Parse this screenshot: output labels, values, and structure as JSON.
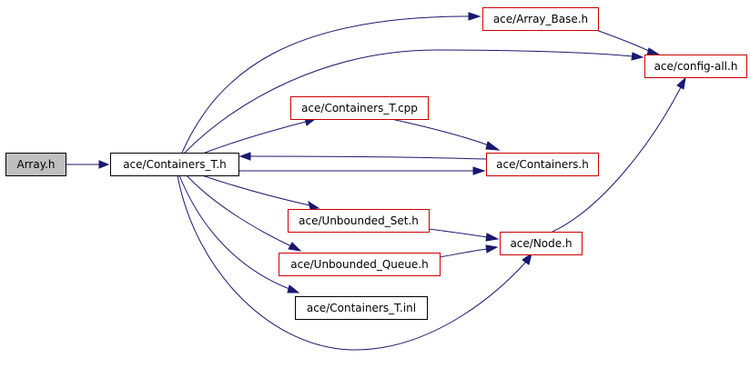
{
  "colors": {
    "edge": "#191970",
    "highlight_fill": "#bfbfbf",
    "border_black": "#000000",
    "border_red": "#cc0000",
    "background": "#ffffff"
  },
  "nodes": [
    {
      "id": "array_h",
      "label": "Array.h",
      "style": "highlight"
    },
    {
      "id": "containers_t_h",
      "label": "ace/Containers_T.h",
      "style": "black"
    },
    {
      "id": "array_base_h",
      "label": "ace/Array_Base.h",
      "style": "red"
    },
    {
      "id": "config_all_h",
      "label": "ace/config-all.h",
      "style": "red"
    },
    {
      "id": "containers_t_cpp",
      "label": "ace/Containers_T.cpp",
      "style": "red"
    },
    {
      "id": "containers_h",
      "label": "ace/Containers.h",
      "style": "red"
    },
    {
      "id": "unbounded_set_h",
      "label": "ace/Unbounded_Set.h",
      "style": "red"
    },
    {
      "id": "node_h",
      "label": "ace/Node.h",
      "style": "red"
    },
    {
      "id": "unbounded_queue_h",
      "label": "ace/Unbounded_Queue.h",
      "style": "red"
    },
    {
      "id": "containers_t_inl",
      "label": "ace/Containers_T.inl",
      "style": "black"
    }
  ],
  "edges": [
    {
      "from": "array_h",
      "to": "containers_t_h"
    },
    {
      "from": "containers_t_h",
      "to": "array_base_h"
    },
    {
      "from": "containers_t_h",
      "to": "config_all_h"
    },
    {
      "from": "containers_t_h",
      "to": "containers_t_cpp"
    },
    {
      "from": "containers_t_h",
      "to": "containers_h"
    },
    {
      "from": "containers_t_h",
      "to": "unbounded_set_h"
    },
    {
      "from": "containers_t_h",
      "to": "unbounded_queue_h"
    },
    {
      "from": "containers_t_h",
      "to": "containers_t_inl"
    },
    {
      "from": "containers_t_h",
      "to": "node_h"
    },
    {
      "from": "array_base_h",
      "to": "config_all_h"
    },
    {
      "from": "containers_t_cpp",
      "to": "containers_h"
    },
    {
      "from": "containers_h",
      "to": "containers_t_h"
    },
    {
      "from": "unbounded_set_h",
      "to": "node_h"
    },
    {
      "from": "unbounded_queue_h",
      "to": "node_h"
    },
    {
      "from": "node_h",
      "to": "config_all_h"
    }
  ]
}
